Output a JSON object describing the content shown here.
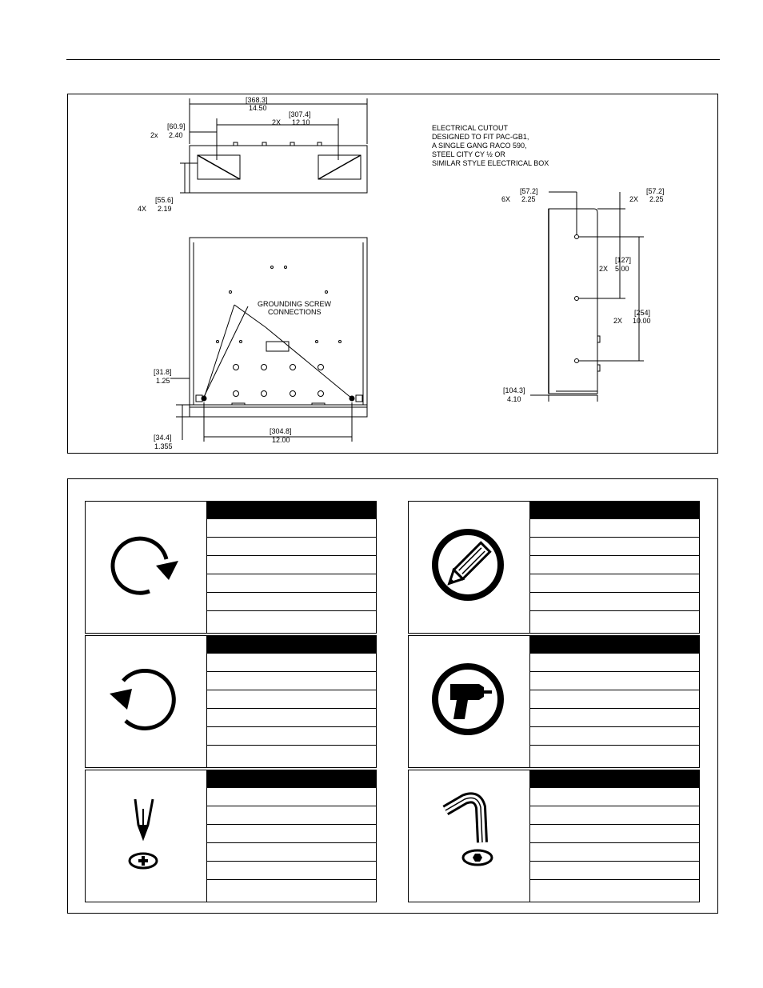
{
  "drawing": {
    "top_view": {
      "overall_width": {
        "metric": "[368.3]",
        "inch": "14.50"
      },
      "box_spacing": {
        "qty": "2X",
        "metric": "[307.4]",
        "inch": "12.10"
      },
      "edge_offset": {
        "qty": "2x",
        "metric": "[60.9]",
        "inch": "2.40"
      },
      "height_offset": {
        "qty": "4X",
        "metric": "[55.6]",
        "inch": "2.19"
      }
    },
    "front_view": {
      "grounding_label": [
        "GROUNDING SCREW",
        "CONNECTIONS"
      ],
      "side_offset": {
        "metric": "[31.8]",
        "inch": "1.25"
      },
      "bottom_offset": {
        "metric": "[34.4]",
        "inch": "1.355"
      },
      "screw_spacing": {
        "metric": "[304.8]",
        "inch": "12.00"
      }
    },
    "cutout_note": [
      "ELECTRICAL CUTOUT",
      "DESIGNED TO FIT PAC-GB1,",
      "A SINGLE GANG RACO 590,",
      "STEEL CITY CY ½ OR",
      "SIMILAR STYLE ELECTRICAL BOX"
    ],
    "side_view": {
      "top_left": {
        "qty": "6X",
        "metric": "[57.2]",
        "inch": "2.25"
      },
      "top_right": {
        "qty": "2X",
        "metric": "[57.2]",
        "inch": "2.25"
      },
      "hole_spacing": {
        "qty": "2X",
        "metric": "[127]",
        "inch": "5.00"
      },
      "outer_spacing": {
        "qty": "2X",
        "metric": "[254]",
        "inch": "10.00"
      },
      "depth": {
        "metric": "[104.3]",
        "inch": "4.10"
      }
    }
  },
  "legend": {
    "cells": [
      {
        "icon": "rotate-clockwise-icon",
        "rows": [
          "",
          "",
          "",
          "",
          "",
          ""
        ]
      },
      {
        "icon": "pencil-mark-icon",
        "rows": [
          "",
          "",
          "",
          "",
          "",
          ""
        ]
      },
      {
        "icon": "rotate-counterclockwise-icon",
        "rows": [
          "",
          "",
          "",
          "",
          "",
          ""
        ]
      },
      {
        "icon": "drill-icon",
        "rows": [
          "",
          "",
          "",
          "",
          "",
          ""
        ]
      },
      {
        "icon": "phillips-screwdriver-icon",
        "rows": [
          "",
          "",
          "",
          "",
          "",
          ""
        ]
      },
      {
        "icon": "hex-key-icon",
        "rows": [
          "",
          "",
          "",
          "",
          "",
          ""
        ]
      }
    ]
  }
}
